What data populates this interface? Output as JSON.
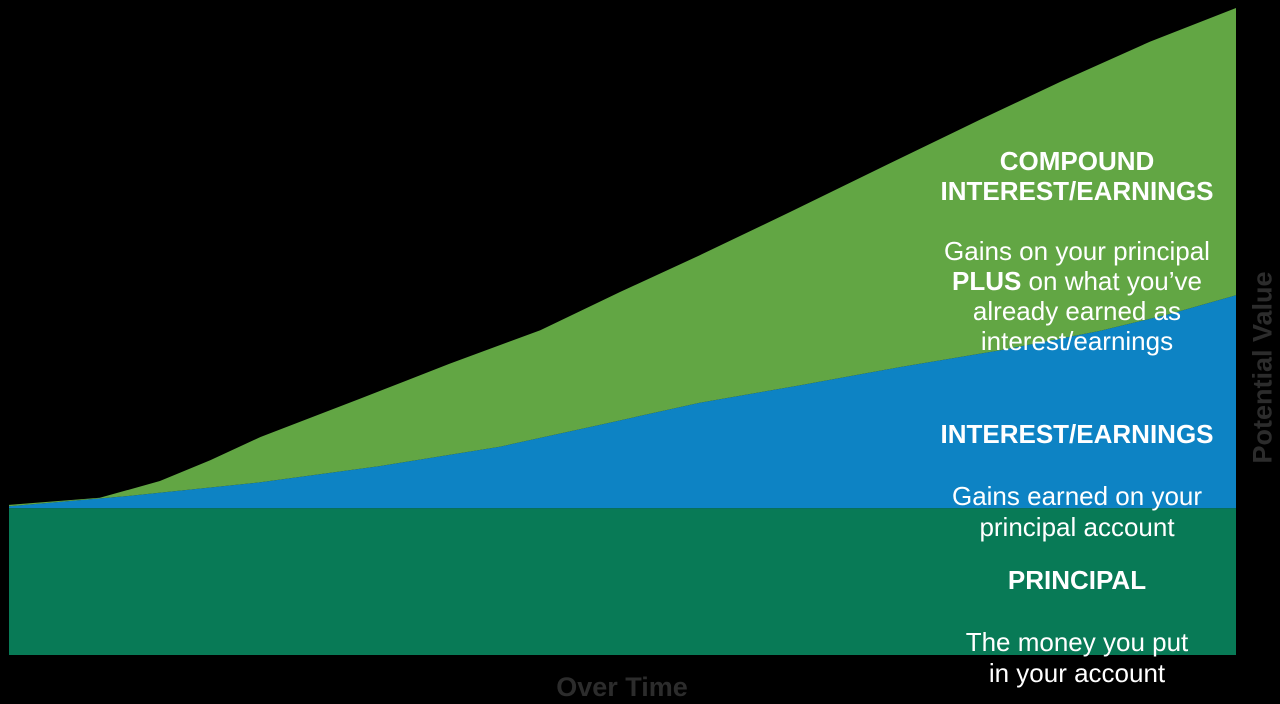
{
  "colors": {
    "background": "#000000",
    "principal_area": "#087a56",
    "interest_area": "#0d83c4",
    "compound_area": "#62a644",
    "area_text": "#ffffff",
    "axis_text": "#2c2c2c"
  },
  "labels": {
    "compound": {
      "title": "COMPOUND\nINTEREST/EARNINGS",
      "desc_part1": "Gains on your principal\n",
      "desc_bold": "PLUS",
      "desc_part2": " on what you’ve\nalready earned as\ninterest/earnings"
    },
    "interest": {
      "title": "INTEREST/EARNINGS",
      "desc": "Gains earned on your\nprincipal account"
    },
    "principal": {
      "title": "PRINCIPAL",
      "desc": "The money you put\nin your account"
    }
  },
  "chart_data": {
    "type": "area",
    "stacked": true,
    "title": "",
    "xlabel": "Over Time",
    "ylabel": "Potential Value",
    "grid": false,
    "legend": "inline-labels-on-areas",
    "x_range_norm": [
      0,
      1
    ],
    "y_range_norm": [
      0,
      1
    ],
    "note": "Conceptual compound-growth chart; axes are unlabeled (no numeric ticks). Points are normalized [x, cumulative value] pairs, 1.0 = peak total value at right edge.",
    "series": [
      {
        "name": "PRINCIPAL",
        "description": "The money you put in your account",
        "color": "#087a56",
        "points": [
          [
            0,
            0.227
          ],
          [
            1,
            0.227
          ]
        ]
      },
      {
        "name": "INTEREST/EARNINGS",
        "description": "Gains earned on your principal account",
        "color": "#0d83c4",
        "points": [
          [
            0,
            0.23
          ],
          [
            0.099,
            0.246
          ],
          [
            0.205,
            0.267
          ],
          [
            0.302,
            0.292
          ],
          [
            0.4,
            0.322
          ],
          [
            0.482,
            0.356
          ],
          [
            0.563,
            0.39
          ],
          [
            0.645,
            0.417
          ],
          [
            0.726,
            0.445
          ],
          [
            0.808,
            0.471
          ],
          [
            0.889,
            0.501
          ],
          [
            0.946,
            0.527
          ],
          [
            1,
            0.556
          ]
        ]
      },
      {
        "name": "COMPOUND INTEREST/EARNINGS",
        "description": "Gains on your principal PLUS on what you've already earned as interest/earnings",
        "color": "#62a644",
        "points": [
          [
            0,
            0.232
          ],
          [
            0.074,
            0.243
          ],
          [
            0.123,
            0.269
          ],
          [
            0.164,
            0.301
          ],
          [
            0.205,
            0.337
          ],
          [
            0.286,
            0.396
          ],
          [
            0.359,
            0.45
          ],
          [
            0.433,
            0.502
          ],
          [
            0.498,
            0.561
          ],
          [
            0.563,
            0.618
          ],
          [
            0.637,
            0.685
          ],
          [
            0.718,
            0.76
          ],
          [
            0.791,
            0.827
          ],
          [
            0.857,
            0.886
          ],
          [
            0.93,
            0.948
          ],
          [
            1,
            1.0
          ]
        ]
      }
    ]
  }
}
